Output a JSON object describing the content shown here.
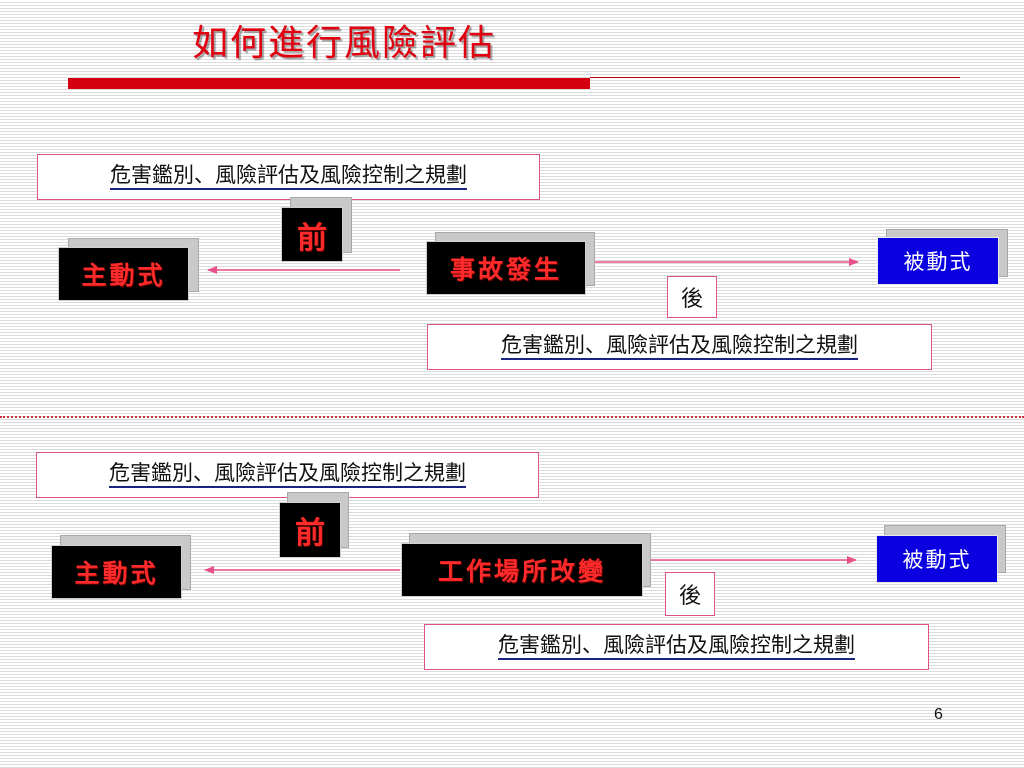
{
  "title": "如何進行風險評估",
  "page_number": "6",
  "sections": [
    {
      "top_label": "危害鑑別、風險評估及風險控制之規劃",
      "before_label": "前",
      "active_label": "主動式",
      "event_label": "事故發生",
      "passive_label": "被動式",
      "after_label": "後",
      "bottom_label": "危害鑑別、風險評估及風險控制之規劃"
    },
    {
      "top_label": "危害鑑別、風險評估及風險控制之規劃",
      "before_label": "前",
      "active_label": "主動式",
      "event_label": "工作場所改變",
      "passive_label": "被動式",
      "after_label": "後",
      "bottom_label": "危害鑑別、風險評估及風險控制之規劃"
    }
  ],
  "colors": {
    "title": "#e00010",
    "accent_bar": "#d40010",
    "box_border": "#e0508a",
    "black_box_text": "#ff2a2a",
    "passive_box": "#0a00e0",
    "arrow": "#e8508a"
  }
}
